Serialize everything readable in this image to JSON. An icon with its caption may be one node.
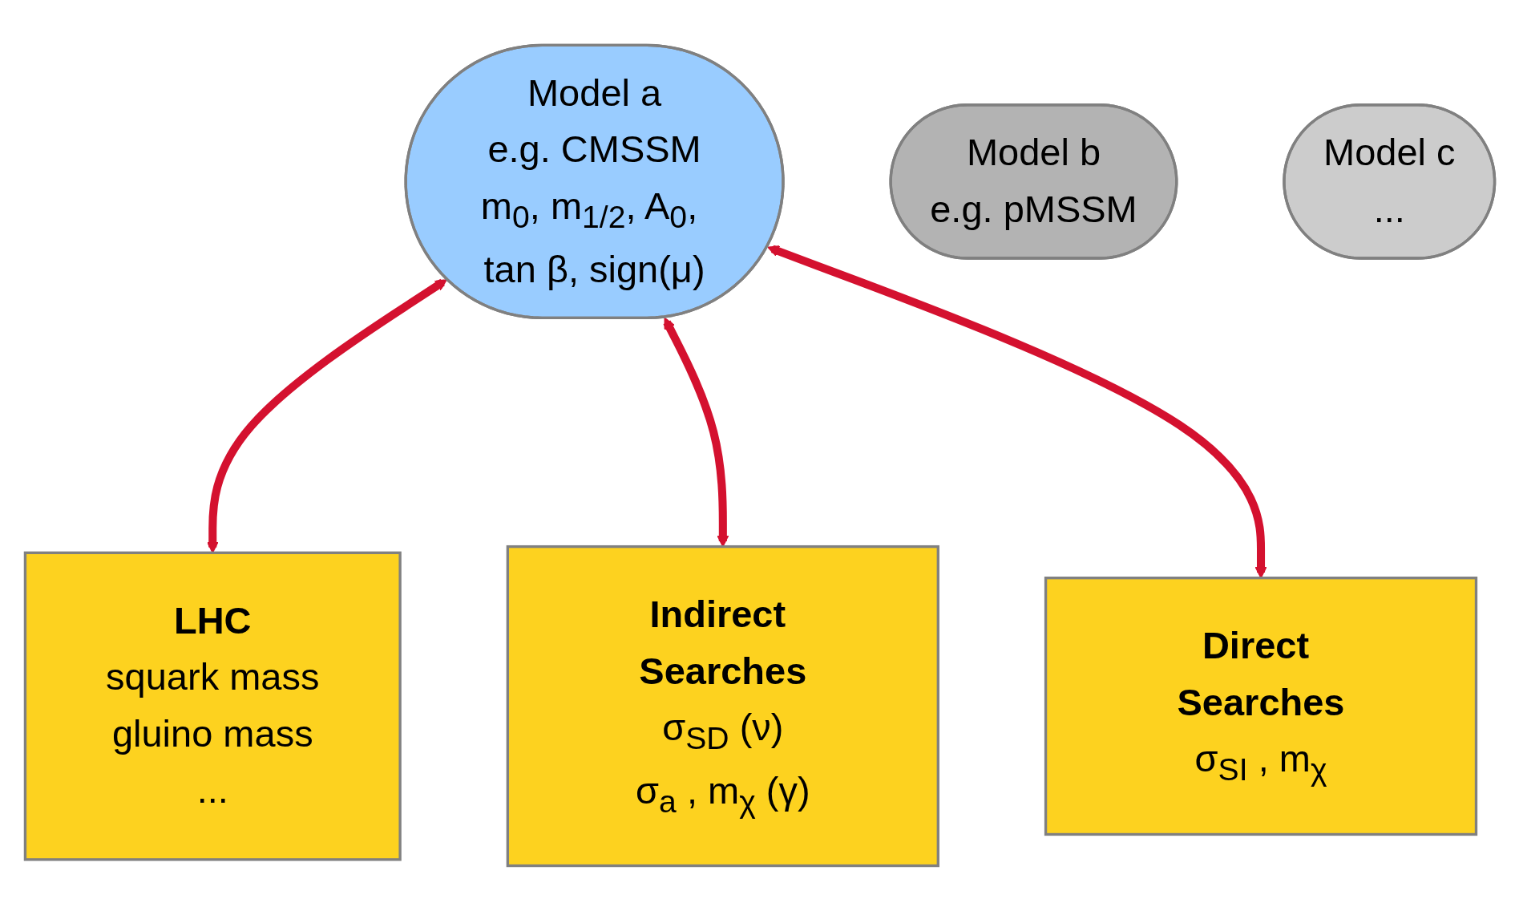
{
  "diagram": {
    "nodes": [
      {
        "text": [
          "Model a",
          "e.g. CMSSM",
          "m$_{0}$, m$_{1/2}$, A$_{0}$, tan β, sign(μ)"
        ]
      },
      {
        "text": [
          "Model b",
          "e.g. pMSSM"
        ]
      },
      {
        "text": [
          "Model c",
          "..."
        ]
      },
      {
        "text": [
          "LHC",
          "squark mass",
          "gluino mass",
          "..."
        ]
      },
      {
        "text": [
          "Indirect Searches",
          "σ$_{SD}$ (ν)",
          "σ$_{a}$ , m$_{χ}$ (γ)"
        ]
      },
      {
        "text": [
          "Direct Searches",
          "σ$_{SI}$ , m$_{χ}$"
        ]
      }
    ],
    "edges": [
      {
        "from": 0,
        "to": 3,
        "arrow": "both"
      },
      {
        "from": 0,
        "to": 4,
        "arrow": "both"
      },
      {
        "from": 0,
        "to": 5,
        "arrow": "both"
      }
    ]
  }
}
